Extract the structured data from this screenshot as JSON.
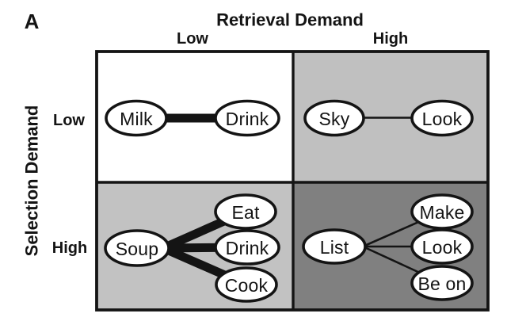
{
  "figure": {
    "panel_label": "A",
    "column_axis_title": "Retrieval Demand",
    "row_axis_title": "Selection Demand",
    "column_headers": [
      "Low",
      "High"
    ],
    "row_headers": [
      "Low",
      "High"
    ]
  },
  "colors": {
    "cell_top_left": "#ffffff",
    "cell_top_right": "#c0c0c0",
    "cell_bottom_left": "#c2c2c2",
    "cell_bottom_right": "#808080",
    "line": "#141414"
  },
  "quadrants": {
    "top_left": {
      "row": "Low",
      "column": "Low",
      "cue": "Milk",
      "targets": [
        "Drink"
      ],
      "link_style": "thick"
    },
    "top_right": {
      "row": "Low",
      "column": "High",
      "cue": "Sky",
      "targets": [
        "Look"
      ],
      "link_style": "thin"
    },
    "bottom_left": {
      "row": "High",
      "column": "Low",
      "cue": "Soup",
      "targets": [
        "Eat",
        "Drink",
        "Cook"
      ],
      "link_style": "thick"
    },
    "bottom_right": {
      "row": "High",
      "column": "High",
      "cue": "List",
      "targets": [
        "Make",
        "Look",
        "Be on"
      ],
      "link_style": "thin"
    }
  }
}
